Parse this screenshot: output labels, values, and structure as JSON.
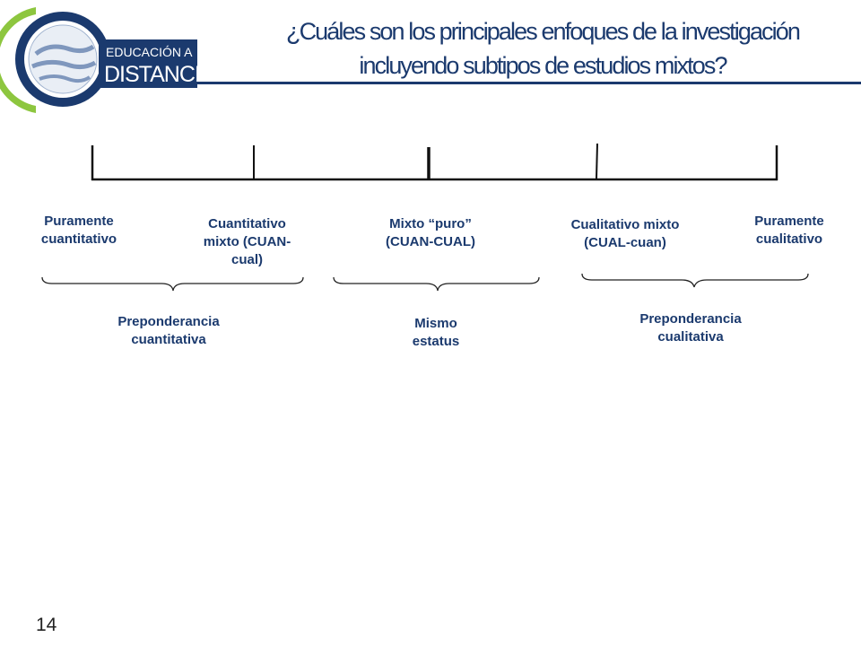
{
  "slide": {
    "title_line1": "¿Cuáles son los principales enfoques de la investigación",
    "title_line2": "incluyendo subtipos de estudios mixtos?",
    "page_number": "14"
  },
  "logo": {
    "line1": "EDUCACIÓN A",
    "line2": "DISTANCIA",
    "colors": {
      "arc": "#8dc63f",
      "ring": "#1b3a6e",
      "panel": "#1b3a6e"
    }
  },
  "scale_points": [
    {
      "id": "puramente-cuantitativo",
      "line1": "Puramente",
      "line2": "cuantitativo",
      "line3": ""
    },
    {
      "id": "cuantitativo-mixto",
      "line1": "Cuantitativo",
      "line2": "mixto (CUAN-",
      "line3": "cual)"
    },
    {
      "id": "mixto-puro",
      "line1": "Mixto “puro”",
      "line2": "(CUAN-CUAL)",
      "line3": ""
    },
    {
      "id": "cualitativo-mixto",
      "line1": "Cualitativo mixto",
      "line2": "(CUAL-cuan)",
      "line3": ""
    },
    {
      "id": "puramente-cualitativo",
      "line1": "Puramente",
      "line2": "cualitativo",
      "line3": ""
    }
  ],
  "groups": [
    {
      "id": "preponderancia-cuantitativa",
      "line1": "Preponderancia",
      "line2": "cuantitativa"
    },
    {
      "id": "mismo-estatus",
      "line1": "Mismo",
      "line2": "estatus"
    },
    {
      "id": "preponderancia-cualitativa",
      "line1": "Preponderancia",
      "line2": "cualitativa"
    }
  ],
  "colors": {
    "text": "#1b3a6e",
    "lines": "#111111",
    "title": "#1b3a6e"
  }
}
